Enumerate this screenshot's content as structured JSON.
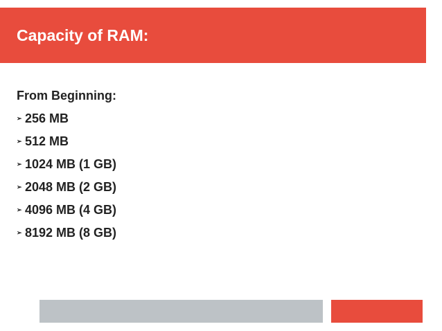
{
  "slide": {
    "title": "Capacity of RAM:",
    "heading": "From Beginning:",
    "items": [
      {
        "icon": "arrowhead-bullet-icon",
        "text": "256 MB"
      },
      {
        "icon": "arrowhead-bullet-icon",
        "text": "512 MB"
      },
      {
        "icon": "arrowhead-bullet-icon",
        "text": "1024 MB (1 GB)"
      },
      {
        "icon": "arrowhead-bullet-icon",
        "text": "2048 MB (2 GB)"
      },
      {
        "icon": "arrowhead-bullet-icon",
        "text": "4096 MB (4 GB)"
      },
      {
        "icon": "arrowhead-bullet-icon",
        "text": "8192 MB (8 GB)"
      }
    ]
  },
  "colors": {
    "accent": "#e84c3d",
    "footer_gray": "#bdc2c6",
    "text": "#222222",
    "background": "#ffffff"
  }
}
